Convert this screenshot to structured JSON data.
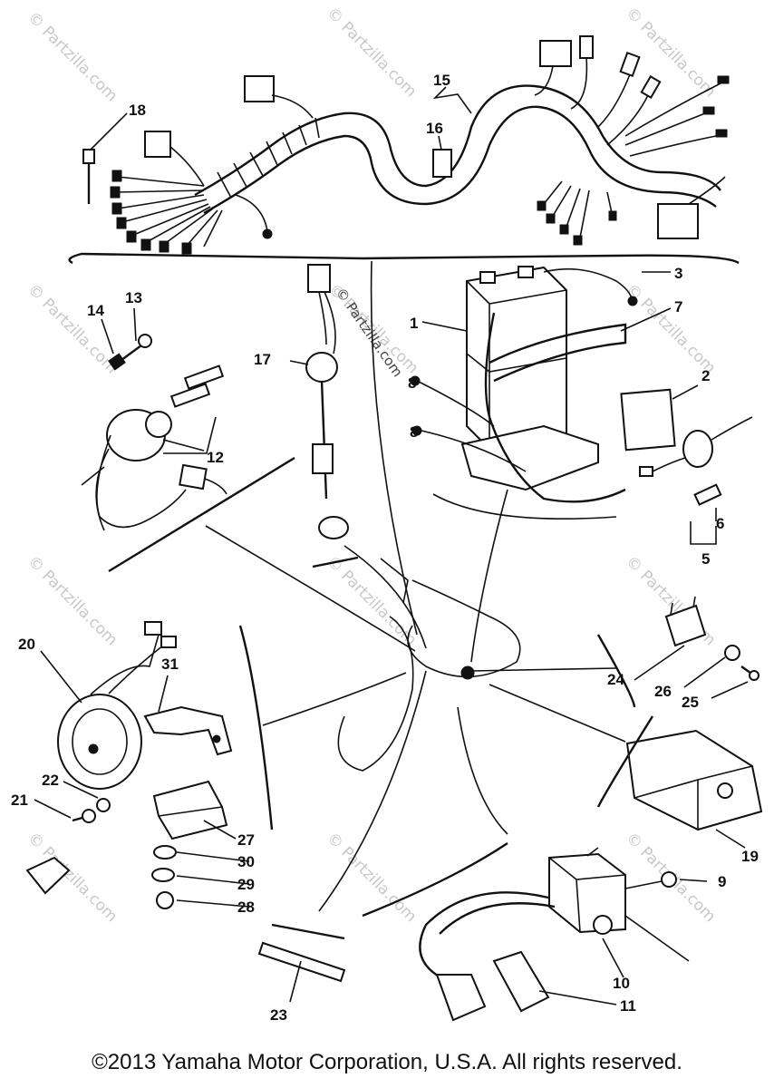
{
  "watermarks": [
    "© Partzilla.com",
    "© Partzilla.com",
    "© Partzilla.com",
    "© Partzilla.com",
    "© Partzilla.com",
    "© Partzilla.com",
    "© Partzilla.com",
    "© Partzilla.com",
    "© Partzilla.com",
    "© Partzilla.com",
    "© Partzilla.com",
    "© Partzilla.com",
    "© Partzilla.com"
  ],
  "callouts": {
    "c1": "1",
    "c2": "2",
    "c3": "3",
    "c5": "5",
    "c6": "6",
    "c7": "7",
    "c8a": "8",
    "c8b": "8",
    "c9": "9",
    "c10": "10",
    "c11": "11",
    "c12": "12",
    "c13": "13",
    "c14": "14",
    "c15": "15",
    "c16": "16",
    "c17": "17",
    "c18": "18",
    "c19": "19",
    "c20": "20",
    "c21": "21",
    "c22": "22",
    "c23": "23",
    "c24": "24",
    "c25": "25",
    "c26": "26",
    "c27": "27",
    "c28": "28",
    "c29": "29",
    "c30": "30",
    "c31": "31"
  },
  "copyright": "©2013 Yamaha Motor Corporation, U.S.A. All rights reserved."
}
